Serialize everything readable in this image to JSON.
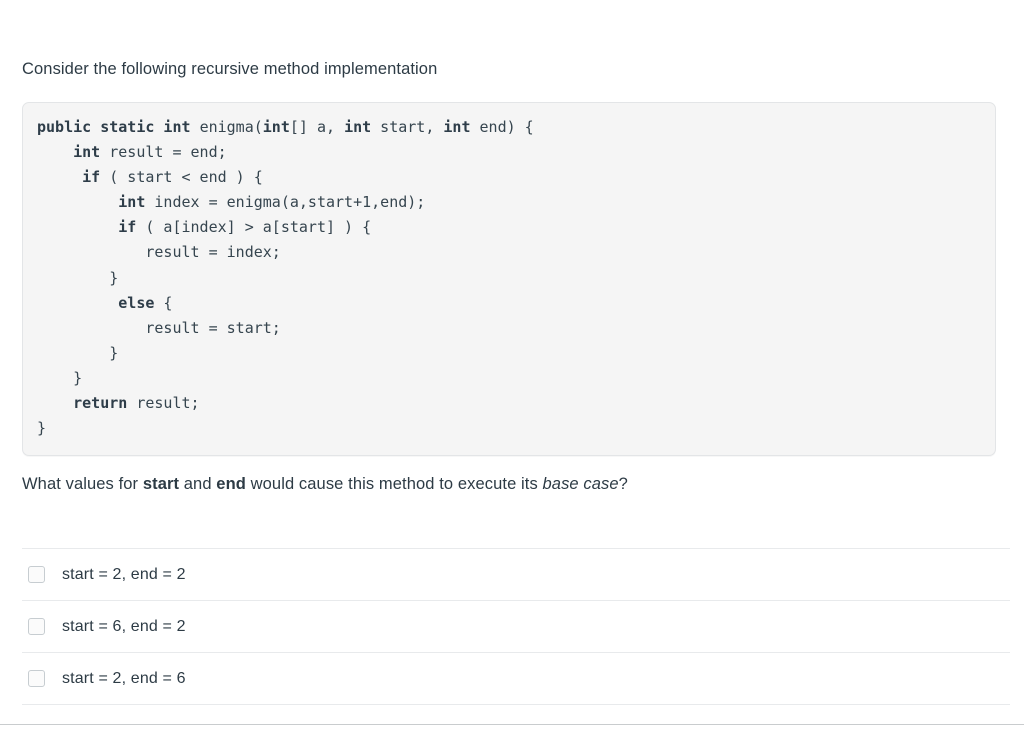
{
  "prompt": {
    "text": "Consider the following recursive method implementation"
  },
  "code_block": {
    "language": "java",
    "lines": [
      {
        "indent": 0,
        "tokens": [
          {
            "t": "public static int ",
            "b": true
          },
          {
            "t": "enigma(",
            "b": false
          },
          {
            "t": "int",
            "b": true
          },
          {
            "t": "[] a, ",
            "b": false
          },
          {
            "t": "int",
            "b": true
          },
          {
            "t": " start, ",
            "b": false
          },
          {
            "t": "int",
            "b": true
          },
          {
            "t": " end) {",
            "b": false
          }
        ]
      },
      {
        "indent": 4,
        "tokens": [
          {
            "t": "int",
            "b": true
          },
          {
            "t": " result = end;",
            "b": false
          }
        ]
      },
      {
        "indent": 4,
        "tokens": [
          {
            "t": " if",
            "b": true
          },
          {
            "t": " ( start < end ) {",
            "b": false
          }
        ]
      },
      {
        "indent": 8,
        "tokens": [
          {
            "t": " int",
            "b": true
          },
          {
            "t": " index = enigma(a,start+1,end);",
            "b": false
          }
        ]
      },
      {
        "indent": 8,
        "tokens": [
          {
            "t": " if",
            "b": true
          },
          {
            "t": " ( a[index] > a[start] ) {",
            "b": false
          }
        ]
      },
      {
        "indent": 12,
        "tokens": [
          {
            "t": "result = index;",
            "b": false
          }
        ]
      },
      {
        "indent": 8,
        "tokens": [
          {
            "t": "}",
            "b": false
          }
        ]
      },
      {
        "indent": 8,
        "tokens": [
          {
            "t": " else",
            "b": true
          },
          {
            "t": " {",
            "b": false
          }
        ]
      },
      {
        "indent": 12,
        "tokens": [
          {
            "t": "result = start;",
            "b": false
          }
        ]
      },
      {
        "indent": 8,
        "tokens": [
          {
            "t": "}",
            "b": false
          }
        ]
      },
      {
        "indent": 4,
        "tokens": [
          {
            "t": "}",
            "b": false
          }
        ]
      },
      {
        "indent": 4,
        "tokens": [
          {
            "t": "return",
            "b": true
          },
          {
            "t": " result;",
            "b": false
          }
        ]
      },
      {
        "indent": 0,
        "tokens": [
          {
            "t": "}",
            "b": false
          }
        ]
      }
    ]
  },
  "question": {
    "segments": [
      {
        "t": "What values for ",
        "style": "normal"
      },
      {
        "t": "start",
        "style": "bold"
      },
      {
        "t": " and ",
        "style": "normal"
      },
      {
        "t": "end",
        "style": "bold"
      },
      {
        "t": " would cause this method to execute its ",
        "style": "normal"
      },
      {
        "t": "base case",
        "style": "italic"
      },
      {
        "t": "?",
        "style": "normal"
      }
    ]
  },
  "answers": {
    "options": [
      {
        "label": "start = 2, end = 2",
        "checked": false
      },
      {
        "label": "start = 6, end = 2",
        "checked": false
      },
      {
        "label": "start = 2, end = 6",
        "checked": false
      }
    ]
  },
  "colors": {
    "code_background": "#f5f5f5",
    "code_border": "#e3e5e7",
    "code_text": "#36454f",
    "body_text": "#2d3b45",
    "separator": "#e8eaec",
    "checkbox_border": "#c7cdd1"
  }
}
